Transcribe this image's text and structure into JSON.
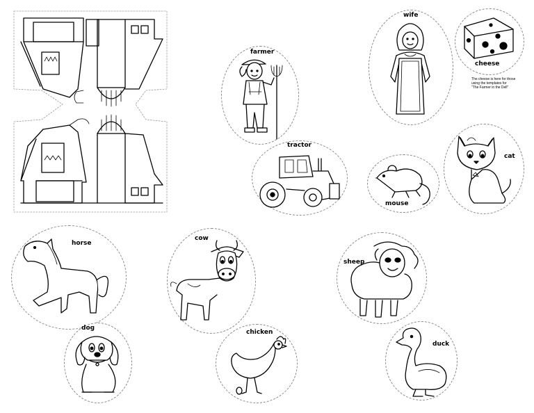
{
  "labels": {
    "farmer": "farmer",
    "wife": "wife",
    "cheese": "cheese",
    "tractor": "tractor",
    "mouse": "mouse",
    "cat": "cat",
    "horse": "horse",
    "cow": "cow",
    "sheep": "sheep",
    "dog": "dog",
    "chicken": "chicken",
    "duck": "duck"
  },
  "cheese_note": [
    "The cheese is here for those",
    "using the templates for",
    "\"The Farmer in the Dell\""
  ]
}
